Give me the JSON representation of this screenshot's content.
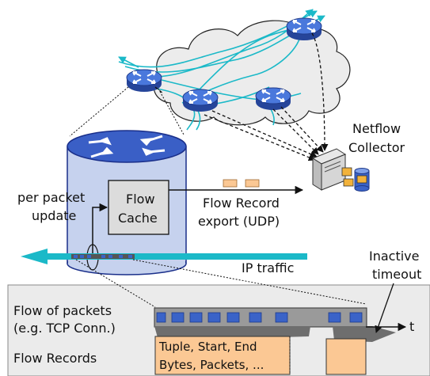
{
  "labels": {
    "collector_line1": "Netflow",
    "collector_line2": "Collector",
    "per_packet_line1": "per packet",
    "per_packet_line2": "update",
    "flow_cache_line1": "Flow",
    "flow_cache_line2": "Cache",
    "export_line1": "Flow Record",
    "export_line2": "export (UDP)",
    "ip_traffic": "IP traffic",
    "inactive_line1": "Inactive",
    "inactive_line2": "timeout",
    "flow_packets_line1": "Flow of packets",
    "flow_packets_line2": "(e.g. TCP Conn.)",
    "flow_records": "Flow Records",
    "time_axis": "t",
    "record_line1": "Tuple, Start, End",
    "record_line2": "Bytes, Packets, ..."
  },
  "colors": {
    "router_blue": "#3f6fd6",
    "router_dark": "#26459a",
    "cylinder_fill": "#c6d2ee",
    "cylinder_dark": "#1a2f8a",
    "traffic_cyan": "#1bb9c8",
    "record_fill": "#fbc894",
    "panel_fill": "#ebebeb",
    "cache_fill": "#dcdcdc"
  },
  "icons": [
    "router-icon",
    "server-icon",
    "database-icon",
    "cloud-icon"
  ]
}
